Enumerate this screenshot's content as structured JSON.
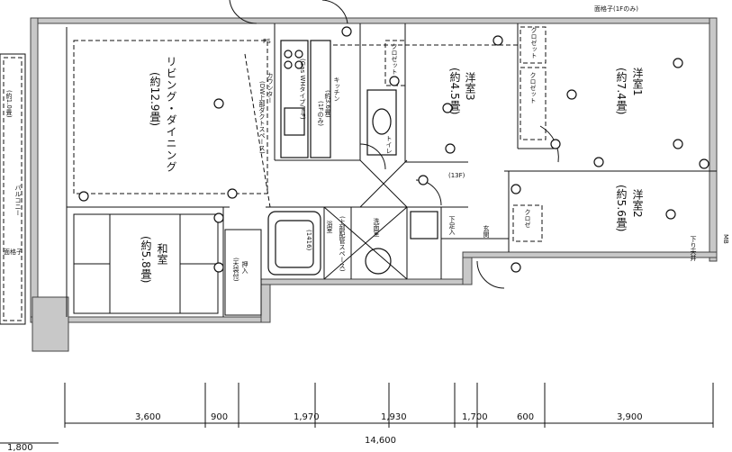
{
  "rooms": {
    "living": {
      "name": "リビング・ダイニング",
      "area": "(約12.9畳)"
    },
    "kitchen": {
      "name": "キッチン",
      "area": "(約3.6畳)"
    },
    "western3": {
      "name": "洋室3",
      "area": "(約4.5畳)"
    },
    "western1": {
      "name": "洋室1",
      "area": "(約7.4畳)"
    },
    "western2": {
      "name": "洋室2",
      "area": "(約5.6畳)"
    },
    "japanese": {
      "name": "和室",
      "area": "(約5.8畳)"
    },
    "bath": {
      "name": "浴室",
      "size": "(1416)"
    },
    "washroom": {
      "name": "洗面室"
    },
    "toilet": {
      "name": "トイレ"
    },
    "entrance": {
      "name": "玄関"
    },
    "shoebox": {
      "name": "下足入"
    },
    "balcony": {
      "name": "バルコニー"
    }
  },
  "annotations": {
    "closet": "クロゼット",
    "closet_short": "クロゼ",
    "oshiire": "押入",
    "oshiire_note": "(天袋付)",
    "counter": "カウンター",
    "ps": "PS",
    "mb": "MB",
    "floor_1f": "(1Fのみ)",
    "lattice_1f": "面格子(1Fのみ)",
    "lattice": "面格子",
    "level_13f": "(13F)",
    "down_beam": "下り天井",
    "down_duct": "(DW上部ダクトスペース)",
    "gas_meter": "(Gas WHタイプ/下F)",
    "pipe_note": "(上部配管スペース)",
    "balcony_mark": "(約1.0畳)"
  },
  "dimensions": {
    "top_segments": [
      "3,600",
      "900",
      "1,970",
      "1,930",
      "1,700",
      "600",
      "3,900"
    ],
    "total": "14,600",
    "left": "1,800"
  }
}
